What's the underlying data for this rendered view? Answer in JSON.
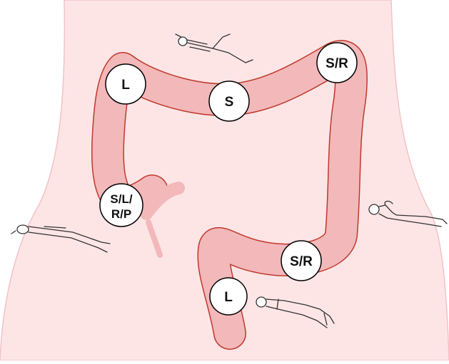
{
  "colors": {
    "abdomen_fill": "#fde5e6",
    "abdomen_stroke": "#f2c3c6",
    "colon_fill": "#f2b8ba",
    "colon_stroke": "#c0392b",
    "figure_stroke": "#333333",
    "marker_fill": "#ffffff",
    "marker_stroke": "#000000"
  },
  "markers": [
    {
      "id": "marker-hepatic-flexure",
      "lines": [
        "L"
      ]
    },
    {
      "id": "marker-transverse-mid",
      "lines": [
        "S"
      ]
    },
    {
      "id": "marker-splenic-flexure",
      "lines": [
        "S/R"
      ]
    },
    {
      "id": "marker-cecum",
      "lines": [
        "S/L/",
        "R/P"
      ]
    },
    {
      "id": "marker-descending-lower",
      "lines": [
        "S/R"
      ]
    },
    {
      "id": "marker-sigmoid",
      "lines": [
        "L"
      ]
    }
  ],
  "patient_positions": [
    {
      "id": "figure-top-supine",
      "icon": "supine-patient-icon"
    },
    {
      "id": "figure-left-prone",
      "icon": "prone-patient-icon"
    },
    {
      "id": "figure-right-lateral",
      "icon": "lateral-patient-icon"
    },
    {
      "id": "figure-bottom-right-lateral",
      "icon": "right-lateral-patient-icon"
    }
  ]
}
